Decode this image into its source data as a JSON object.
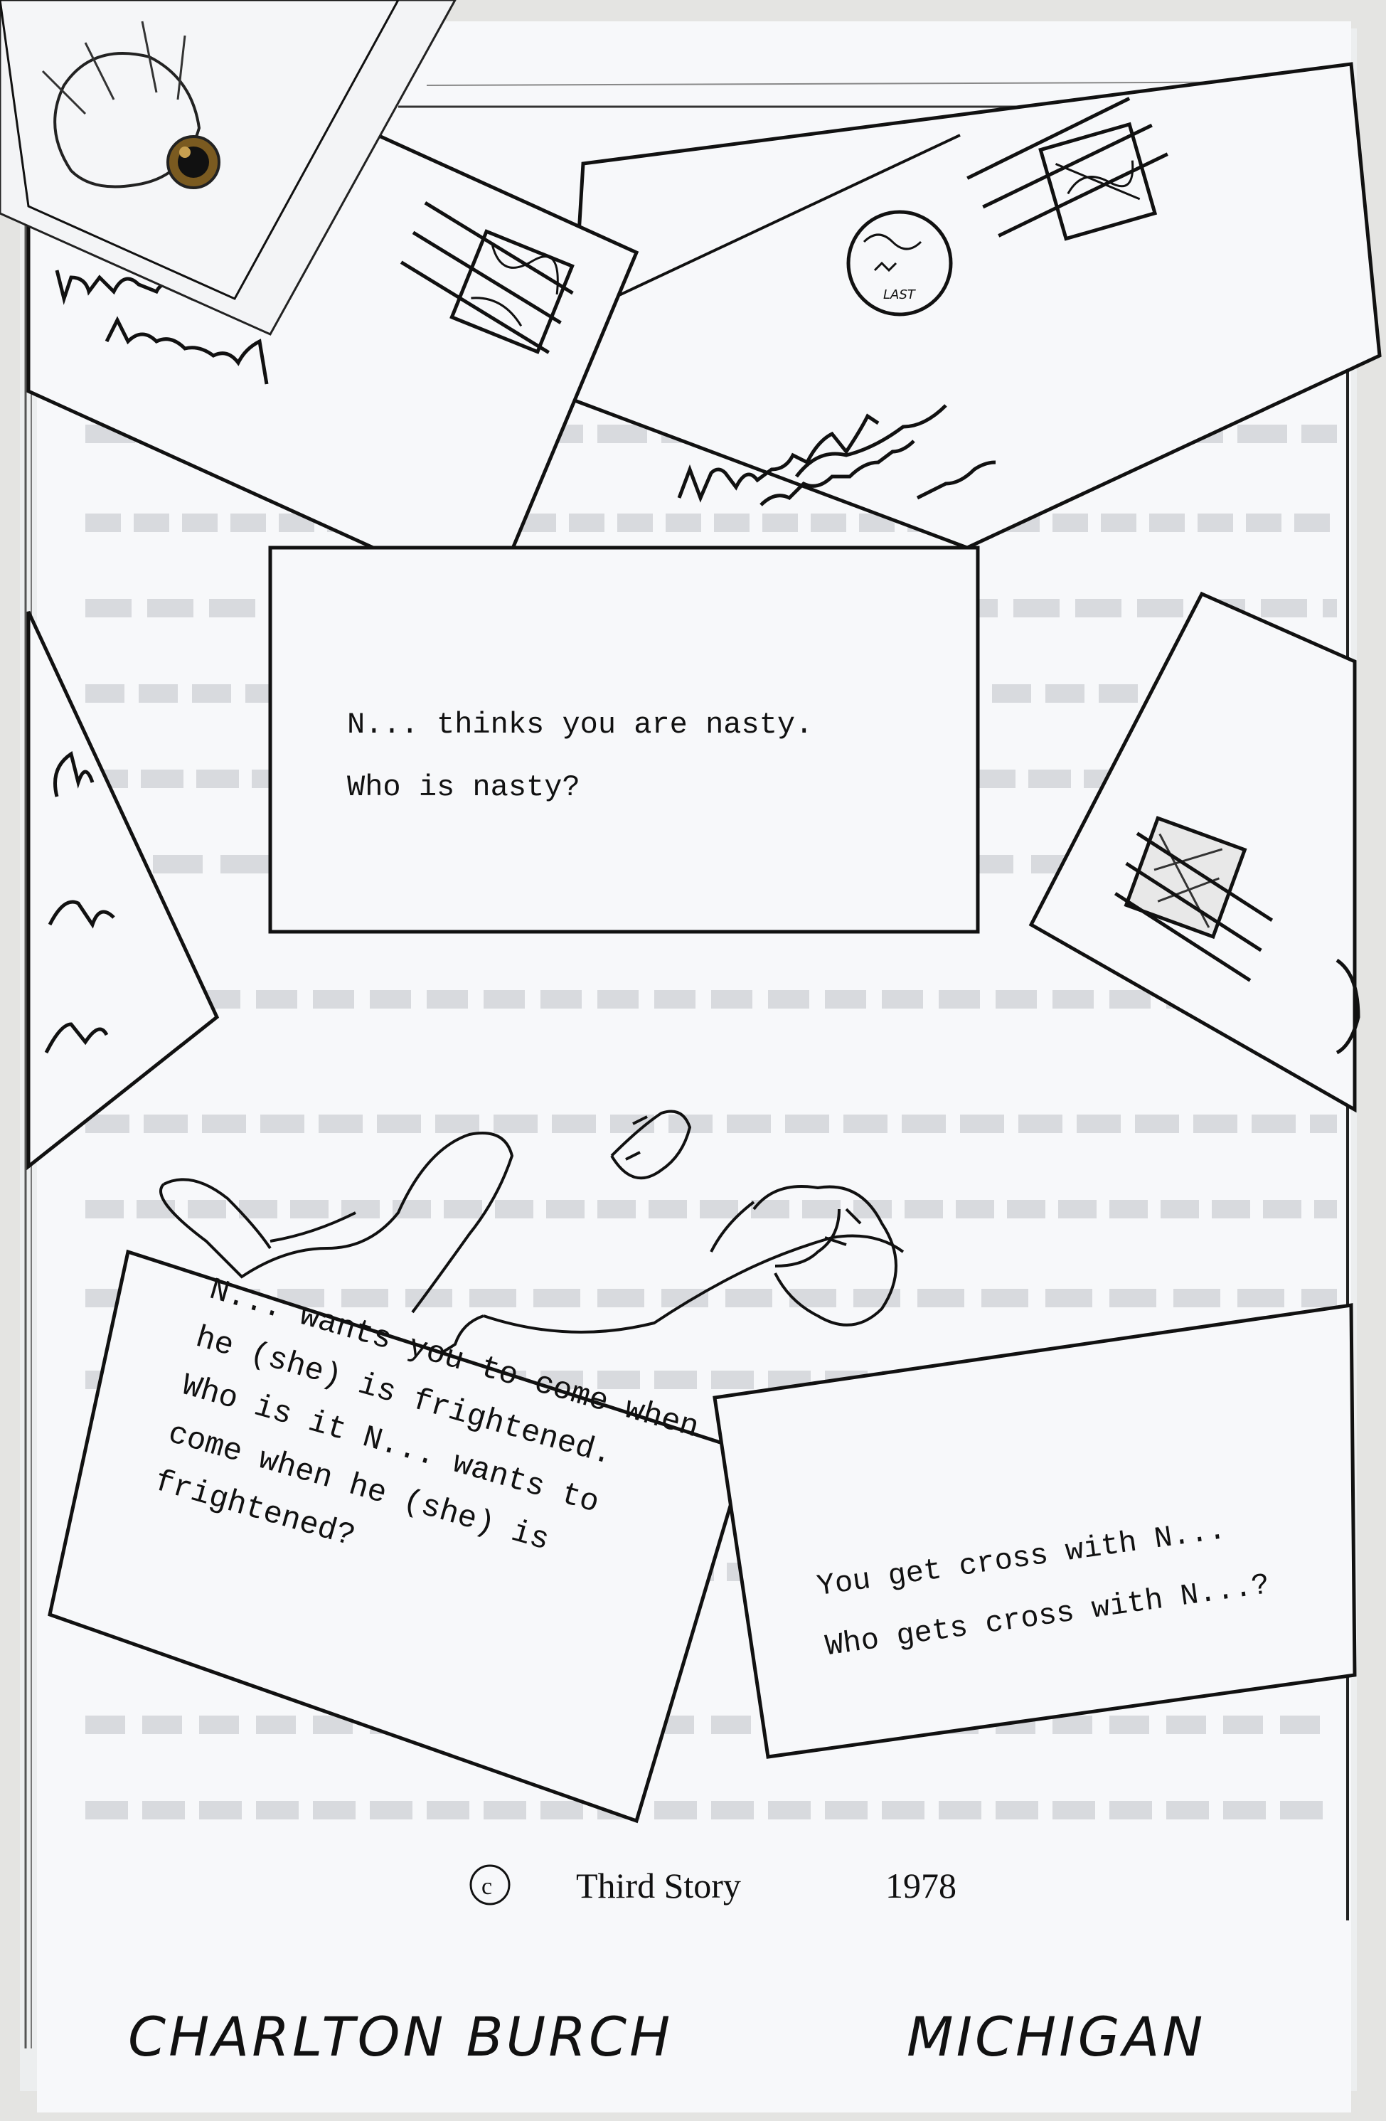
{
  "cards": {
    "center": {
      "line1": "N... thinks you are nasty.",
      "line2": "Who is nasty?"
    },
    "left": {
      "lines": [
        "N... wants you to come when",
        "he (she) is frightened.",
        "Who is it N... wants to",
        "come when he (she) is",
        "frightened?"
      ]
    },
    "right": {
      "line1": "You get cross with N...",
      "line2": "Who gets cross with N...?"
    }
  },
  "credit": {
    "symbol": "©",
    "publisher": "Third Story",
    "year": "1978"
  },
  "handwriting": {
    "name": "CHARLTON BURCH",
    "place": "MICHIGAN"
  },
  "colors": {
    "paper": "#f7f8fa",
    "ink": "#111111",
    "background": "#e4e4e2",
    "ghost_text": "#c9cbd0"
  }
}
